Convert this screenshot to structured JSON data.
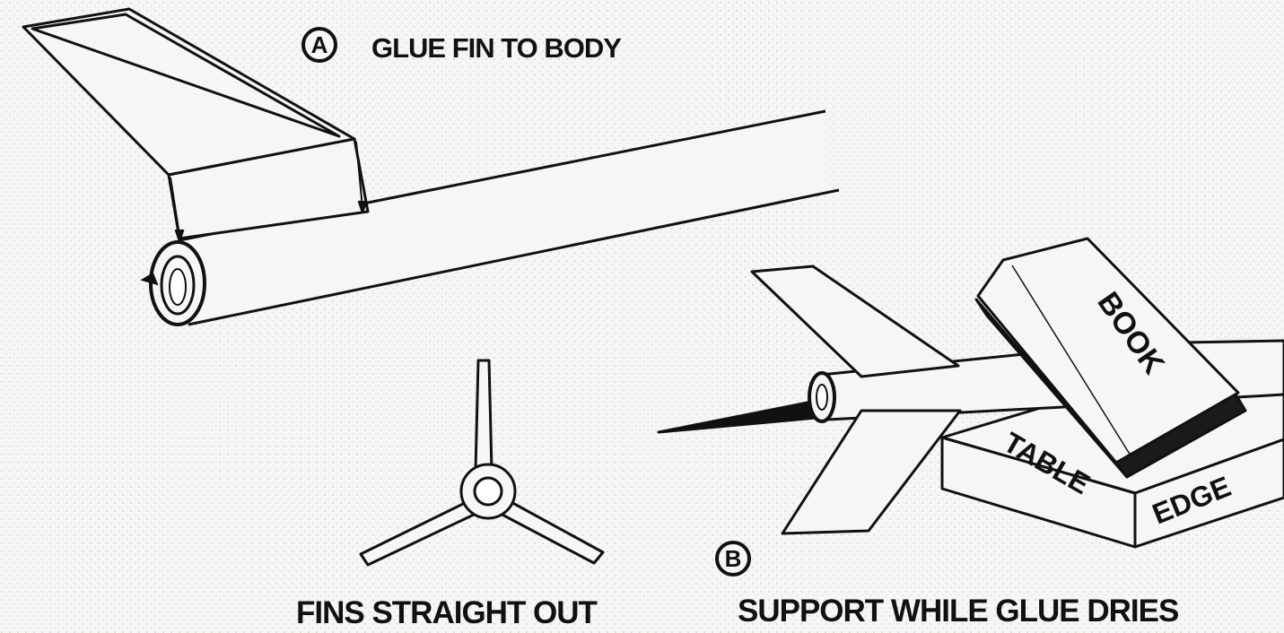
{
  "step_a": {
    "letter": "A",
    "caption": "GLUE FIN TO BODY"
  },
  "fins_caption": "FINS STRAIGHT OUT",
  "step_b": {
    "letter": "B",
    "caption": "SUPPORT WHILE GLUE DRIES"
  },
  "book_label": "BOOK",
  "table_label": "TABLE",
  "edge_label": "EDGE",
  "colors": {
    "ink": "#111111",
    "paper": "#f6f6f4",
    "speckle": "#b8b8b0"
  }
}
